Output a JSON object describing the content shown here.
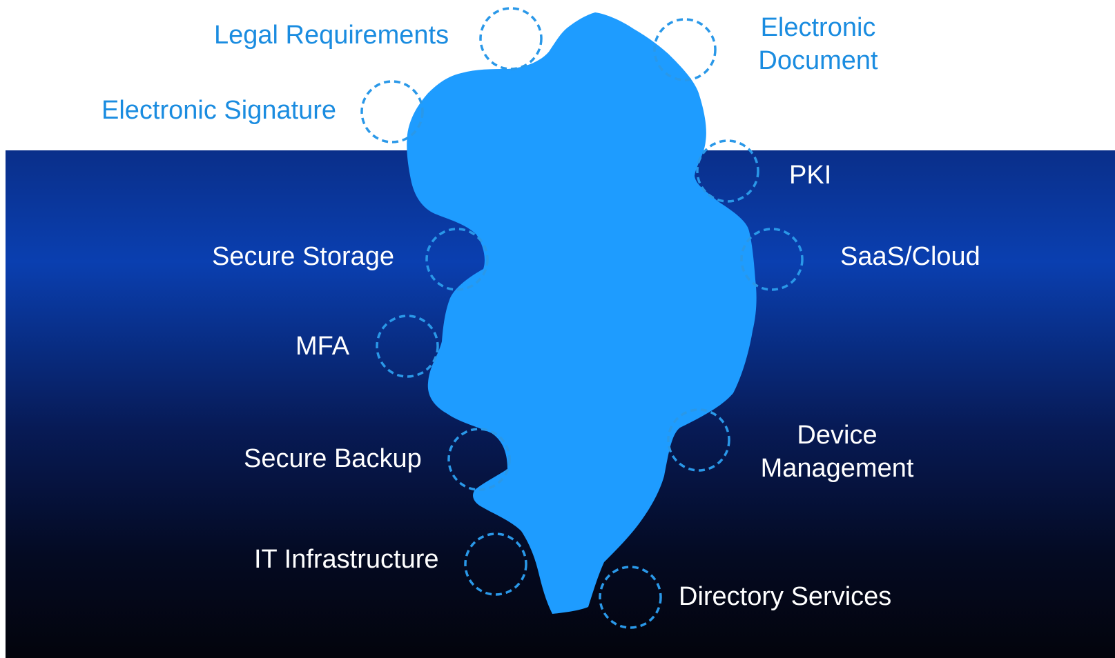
{
  "colors": {
    "iceberg": "#1e9cff",
    "water_top": "#0a3fb0",
    "water_bottom": "#03040c",
    "label_above": "#1a8ce0",
    "label_below": "#ffffff",
    "circle_stroke": "#2a98e8"
  },
  "above_water": {
    "legal_requirements": "Legal Requirements",
    "electronic_signature": "Electronic Signature",
    "electronic_document_line1": "Electronic",
    "electronic_document_line2": "Document"
  },
  "below_water": {
    "pki": "PKI",
    "secure_storage": "Secure Storage",
    "saas_cloud": "SaaS/Cloud",
    "mfa": "MFA",
    "secure_backup": "Secure Backup",
    "device_management_line1": "Device",
    "device_management_line2": "Management",
    "it_infrastructure": "IT Infrastructure",
    "directory_services": "Directory Services"
  }
}
